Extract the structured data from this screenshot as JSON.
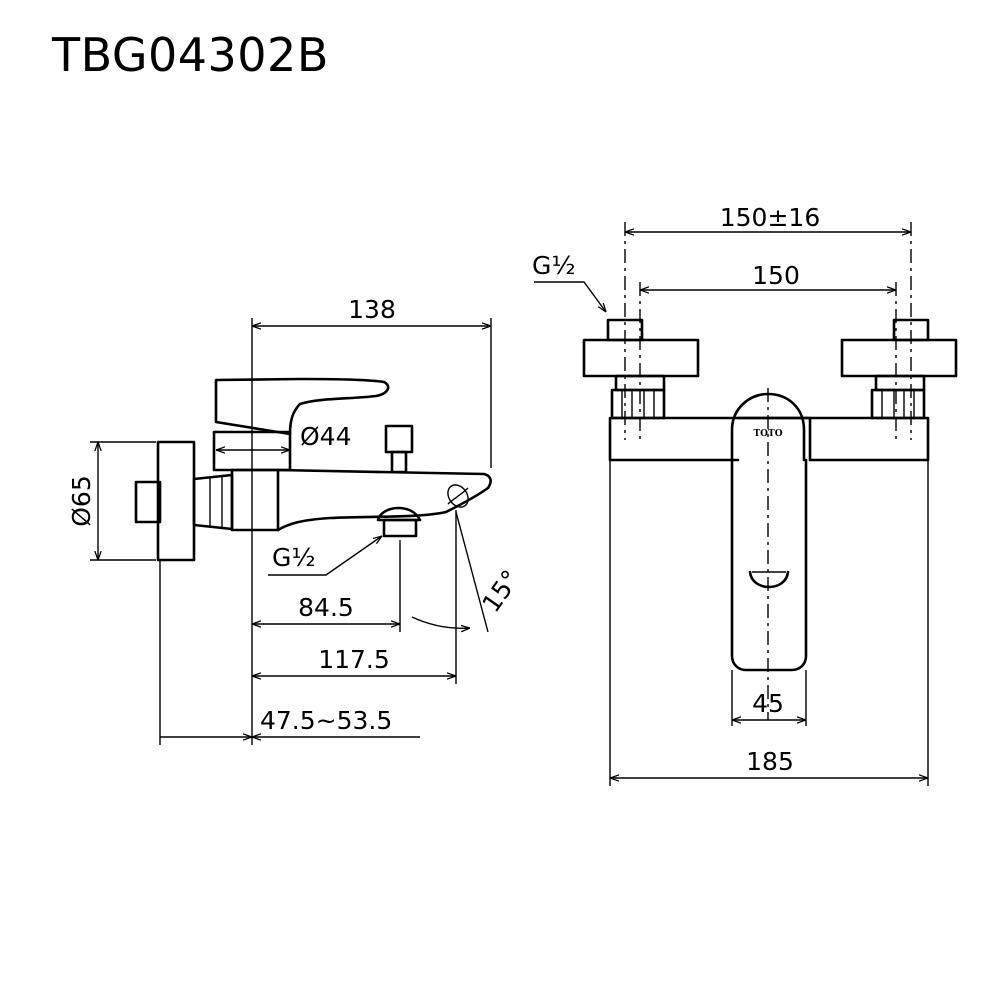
{
  "title": "TBG04302B",
  "side_view": {
    "dim_depth": "138",
    "dim_lever_diameter": "Ø44",
    "dim_flange_diameter": "Ø65",
    "dim_outlet_thread": "G½",
    "dim_outlet_distance": "84.5",
    "dim_spout_length": "117.5",
    "dim_wall_offset": "47.5~53.5",
    "dim_spout_angle": "15°"
  },
  "front_view": {
    "dim_inlet_thread": "G½",
    "dim_centers_range": "150±16",
    "dim_centers": "150",
    "dim_handle_width": "45",
    "dim_total_width": "185",
    "logo_text": "TOTO"
  }
}
